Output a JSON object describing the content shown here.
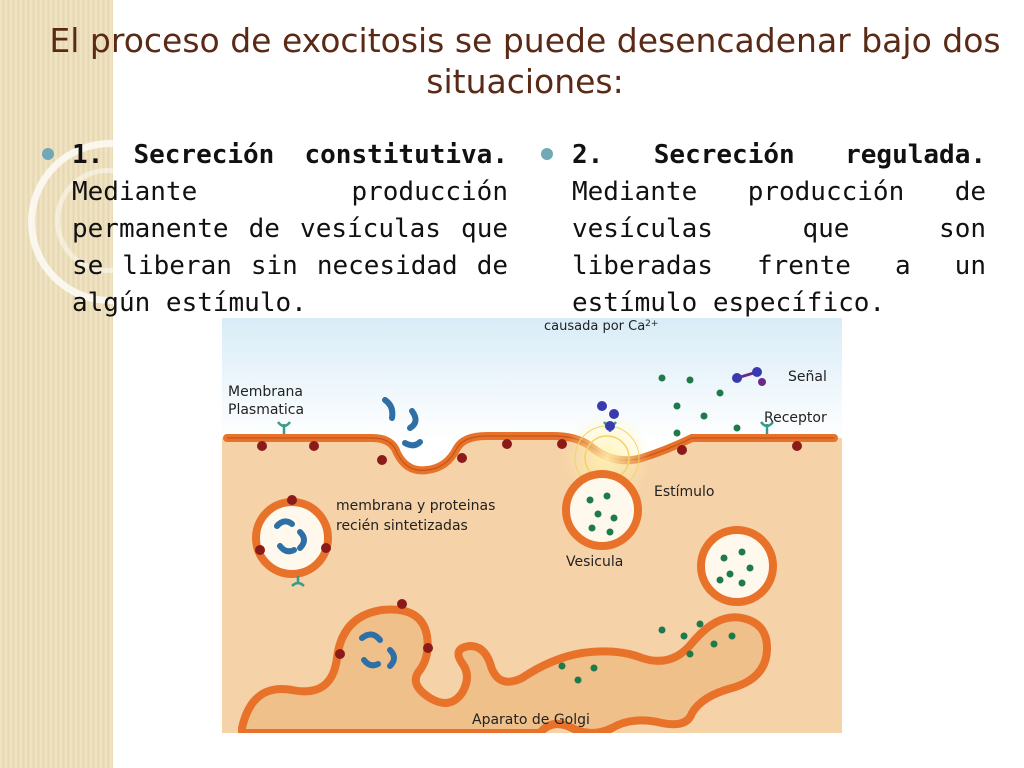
{
  "slide": {
    "title": "El proceso de exocitosis se puede desencadenar bajo dos situaciones:",
    "left": {
      "heading": "1. Secreción constitutiva.",
      "body": " Mediante producción permanente de vesículas que se liberan sin necesidad de algún estímulo."
    },
    "right": {
      "heading": "2. Secreción regulada.",
      "body": " Mediante producción de vesículas que son liberadas frente a un estímulo específico."
    }
  },
  "diagram": {
    "label_caused": "causada por Ca",
    "label_caused_sup": "2+",
    "label_membrane_1": "Membrana",
    "label_membrane_2": "Plasmatica",
    "label_signal": "Señal",
    "label_receptor": "Receptor",
    "label_stimulus": "Estímulo",
    "label_new_1": "membrana y proteinas",
    "label_new_2": "recién sintetizadas",
    "label_vesicle": "Vesicula",
    "label_golgi": "Aparato de Golgi",
    "colors": {
      "membrane": "#e8722a",
      "cytoplasm": "#f6d2a8",
      "protein_blue": "#2e6fa6",
      "cargo_green": "#1e7a4a",
      "signal": "#3a3ab0"
    }
  }
}
